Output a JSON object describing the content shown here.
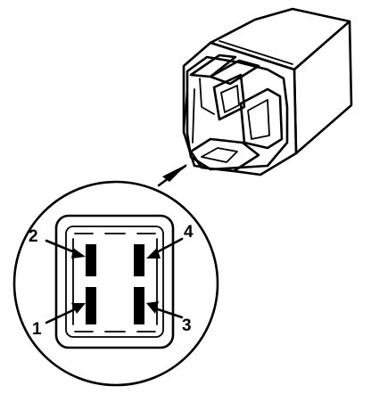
{
  "diagram": {
    "pin_labels": {
      "pin1": "1",
      "pin2": "2",
      "pin3": "3",
      "pin4": "4"
    }
  }
}
